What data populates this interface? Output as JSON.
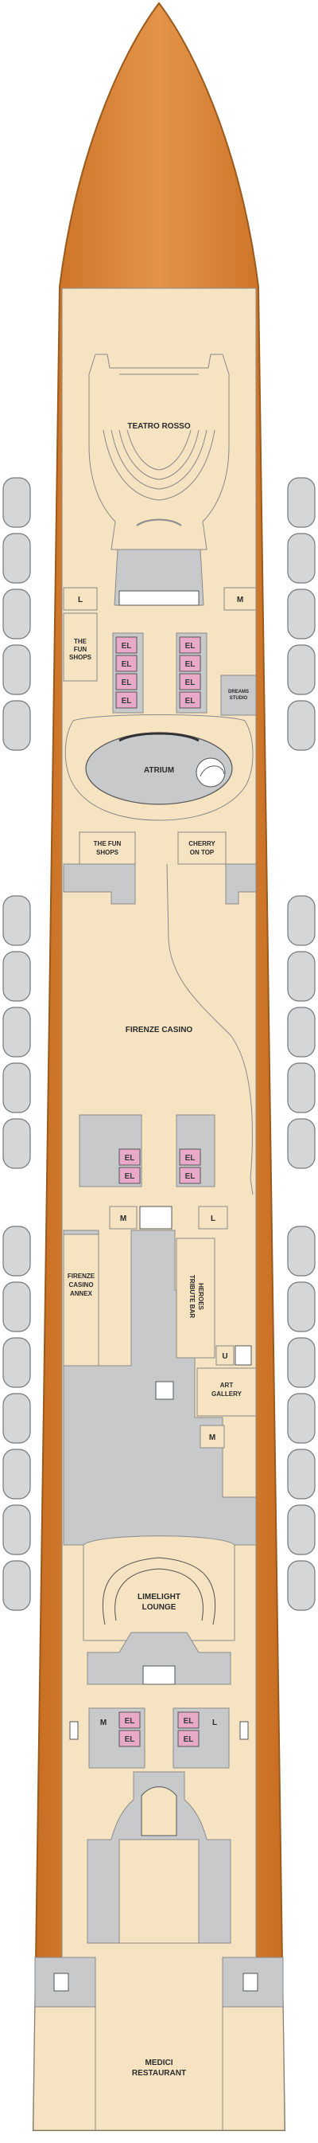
{
  "deck": {
    "venues": {
      "teatro_rosso": "TEATRO ROSSO",
      "fun_shops_upper_line1": "THE",
      "fun_shops_upper_line2": "FUN",
      "fun_shops_upper_line3": "SHOPS",
      "dreams_studio_line1": "DREAMS",
      "dreams_studio_line2": "STUDIO",
      "atrium": "ATRIUM",
      "fun_shops_lower_line1": "THE FUN",
      "fun_shops_lower_line2": "SHOPS",
      "cherry_on_top_line1": "CHERRY",
      "cherry_on_top_line2": "ON TOP",
      "firenze_casino": "FIRENZE CASINO",
      "casino_annex_line1": "FIRENZE",
      "casino_annex_line2": "CASINO",
      "casino_annex_line3": "ANNEX",
      "heroes_tribute_line1": "HEROES",
      "heroes_tribute_line2": "TRIBUTE BAR",
      "art_gallery_line1": "ART",
      "art_gallery_line2": "GALLERY",
      "limelight_line1": "LIMELIGHT",
      "limelight_line2": "LOUNGE",
      "medici_line1": "MEDICI",
      "medici_line2": "RESTAURANT"
    },
    "symbols": {
      "elevator": "EL",
      "ladies_restroom": "L",
      "mens_restroom": "M",
      "unisex_restroom": "U"
    },
    "colors": {
      "hull_orange": "#d9812f",
      "deck_cream": "#f6e3c2",
      "interior_gray": "#c8c9cb",
      "elevator_pink": "#e9a9c9",
      "lifeboat_gray": "#d5d6d8",
      "outline": "#8a8a8a"
    }
  }
}
